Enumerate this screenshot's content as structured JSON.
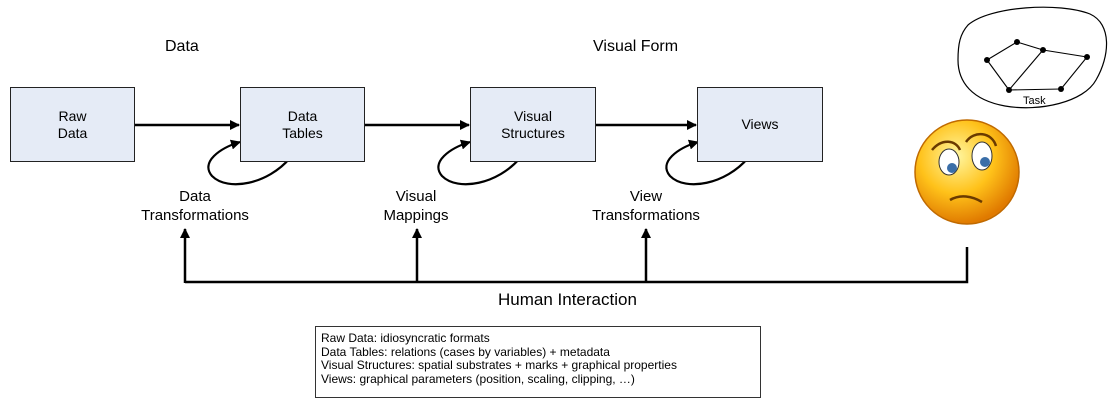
{
  "headers": {
    "data": "Data",
    "visual_form": "Visual Form"
  },
  "boxes": {
    "raw_data": [
      "Raw",
      "Data"
    ],
    "data_tables": [
      "Data",
      "Tables"
    ],
    "visual_structures": [
      "Visual",
      "Structures"
    ],
    "views": [
      "Views"
    ]
  },
  "transforms": {
    "data_transformations": [
      "Data",
      "Transformations"
    ],
    "visual_mappings": [
      "Visual",
      "Mappings"
    ],
    "view_transformations": [
      "View",
      "Transformations"
    ]
  },
  "human_interaction": "Human Interaction",
  "task_label": "Task",
  "legend": [
    "Raw Data: idiosyncratic formats",
    "Data Tables: relations (cases by variables) + metadata",
    "Visual Structures: spatial substrates + marks + graphical properties",
    "Views: graphical parameters (position, scaling, clipping, …)"
  ],
  "colors": {
    "box_fill": "#e5ebf6",
    "face_fill": "#f5b400",
    "line": "#000000"
  },
  "icons": {
    "face": "puzzled-face-icon",
    "task": "task-graph-icon"
  }
}
